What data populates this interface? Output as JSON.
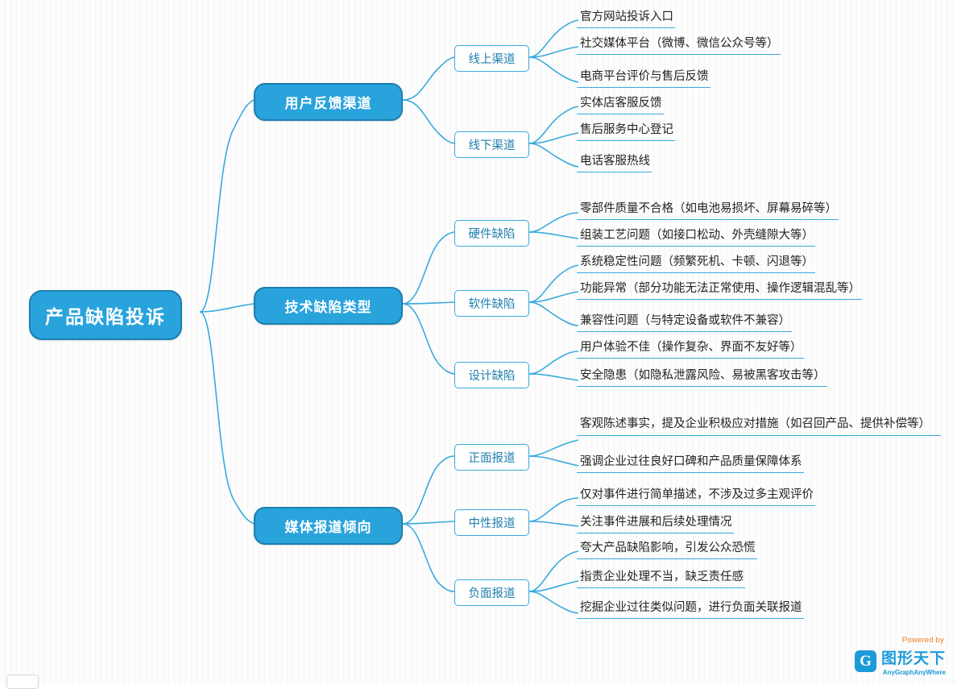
{
  "diagram": {
    "type": "mindmap",
    "root": {
      "label": "产品缺陷投诉"
    },
    "branches": [
      {
        "label": "用户反馈渠道",
        "children": [
          {
            "label": "线上渠道",
            "items": [
              "官方网站投诉入口",
              "社交媒体平台（微博、微信公众号等）",
              "电商平台评价与售后反馈"
            ]
          },
          {
            "label": "线下渠道",
            "items": [
              "实体店客服反馈",
              "售后服务中心登记",
              "电话客服热线"
            ]
          }
        ]
      },
      {
        "label": "技术缺陷类型",
        "children": [
          {
            "label": "硬件缺陷",
            "items": [
              "零部件质量不合格（如电池易损坏、屏幕易碎等）",
              "组装工艺问题（如接口松动、外壳缝隙大等）"
            ]
          },
          {
            "label": "软件缺陷",
            "items": [
              "系统稳定性问题（频繁死机、卡顿、闪退等）",
              "功能异常（部分功能无法正常使用、操作逻辑混乱等）",
              "兼容性问题（与特定设备或软件不兼容）"
            ]
          },
          {
            "label": "设计缺陷",
            "items": [
              "用户体验不佳（操作复杂、界面不友好等）",
              "安全隐患（如隐私泄露风险、易被黑客攻击等）"
            ]
          }
        ]
      },
      {
        "label": "媒体报道倾向",
        "children": [
          {
            "label": "正面报道",
            "items": [
              "客观陈述事实，提及企业积极应对措施（如召回产品、提供补偿等）",
              "强调企业过往良好口碑和产品质量保障体系"
            ]
          },
          {
            "label": "中性报道",
            "items": [
              "仅对事件进行简单描述，不涉及过多主观评价",
              "关注事件进展和后续处理情况"
            ]
          },
          {
            "label": "负面报道",
            "items": [
              "夸大产品缺陷影响，引发公众恐慌",
              "指责企业处理不当，缺乏责任感",
              "挖掘企业过往类似问题，进行负面关联报道"
            ]
          }
        ]
      }
    ]
  },
  "watermark": {
    "powered": "Powered by",
    "logo_letter": "G",
    "name": "图形天下",
    "tagline": "AnyGraphAnyWhere"
  },
  "colors": {
    "node_fill": "#29a3dc",
    "node_border": "#1b7fae",
    "line": "#3aa9de",
    "leaf_text": "#222222",
    "sub_text": "#1f7fad",
    "watermark": "#1c9bd8",
    "powered": "#f07c1e"
  }
}
